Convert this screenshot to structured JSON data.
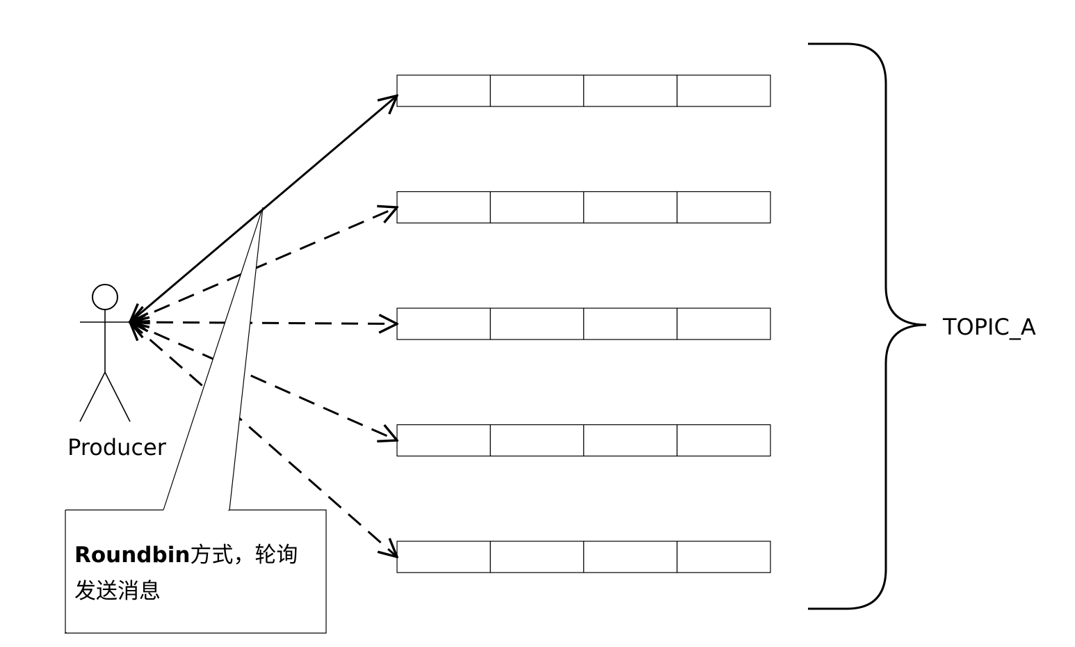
{
  "actor": {
    "label": "Producer"
  },
  "topic": {
    "label": "TOPIC_A"
  },
  "note": {
    "bold_text": "Roundbin",
    "line1_rest": "方式，轮询",
    "line2": "发送消息"
  },
  "partitions": {
    "count": 5,
    "cells_per_partition": 4
  },
  "arrows": [
    {
      "target_partition": 1,
      "style": "solid"
    },
    {
      "target_partition": 2,
      "style": "dashed"
    },
    {
      "target_partition": 3,
      "style": "dashed"
    },
    {
      "target_partition": 4,
      "style": "dashed"
    },
    {
      "target_partition": 5,
      "style": "dashed"
    }
  ],
  "colors": {
    "stroke": "#000000",
    "background": "#ffffff"
  }
}
